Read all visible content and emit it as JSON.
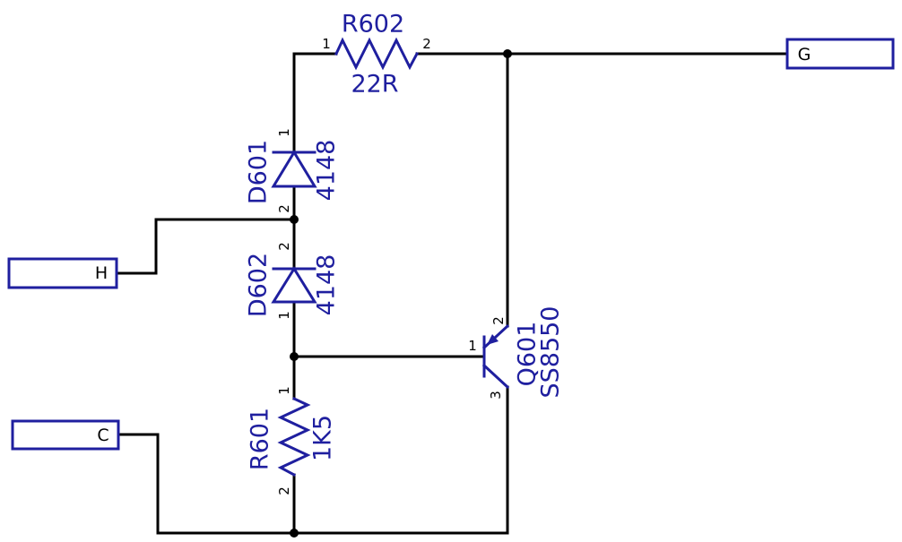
{
  "components": {
    "r602": {
      "ref": "R602",
      "value": "22R",
      "pin1": "1",
      "pin2": "2"
    },
    "d601": {
      "ref": "D601",
      "value": "4148",
      "pin1": "1",
      "pin2": "2"
    },
    "d602": {
      "ref": "D602",
      "value": "4148",
      "pin1": "1",
      "pin2": "2"
    },
    "r601": {
      "ref": "R601",
      "value": "1K5",
      "pin1": "1",
      "pin2": "2"
    },
    "q601": {
      "ref": "Q601",
      "value": "SS8550",
      "pin1": "1",
      "pin2": "2",
      "pin3": "3"
    }
  },
  "ports": {
    "g": "G",
    "h": "H",
    "c": "C"
  },
  "colors": {
    "wire": "#000000",
    "component": "#1f1f9f",
    "label": "#1f1f9f",
    "port": "#1f1f9f"
  }
}
